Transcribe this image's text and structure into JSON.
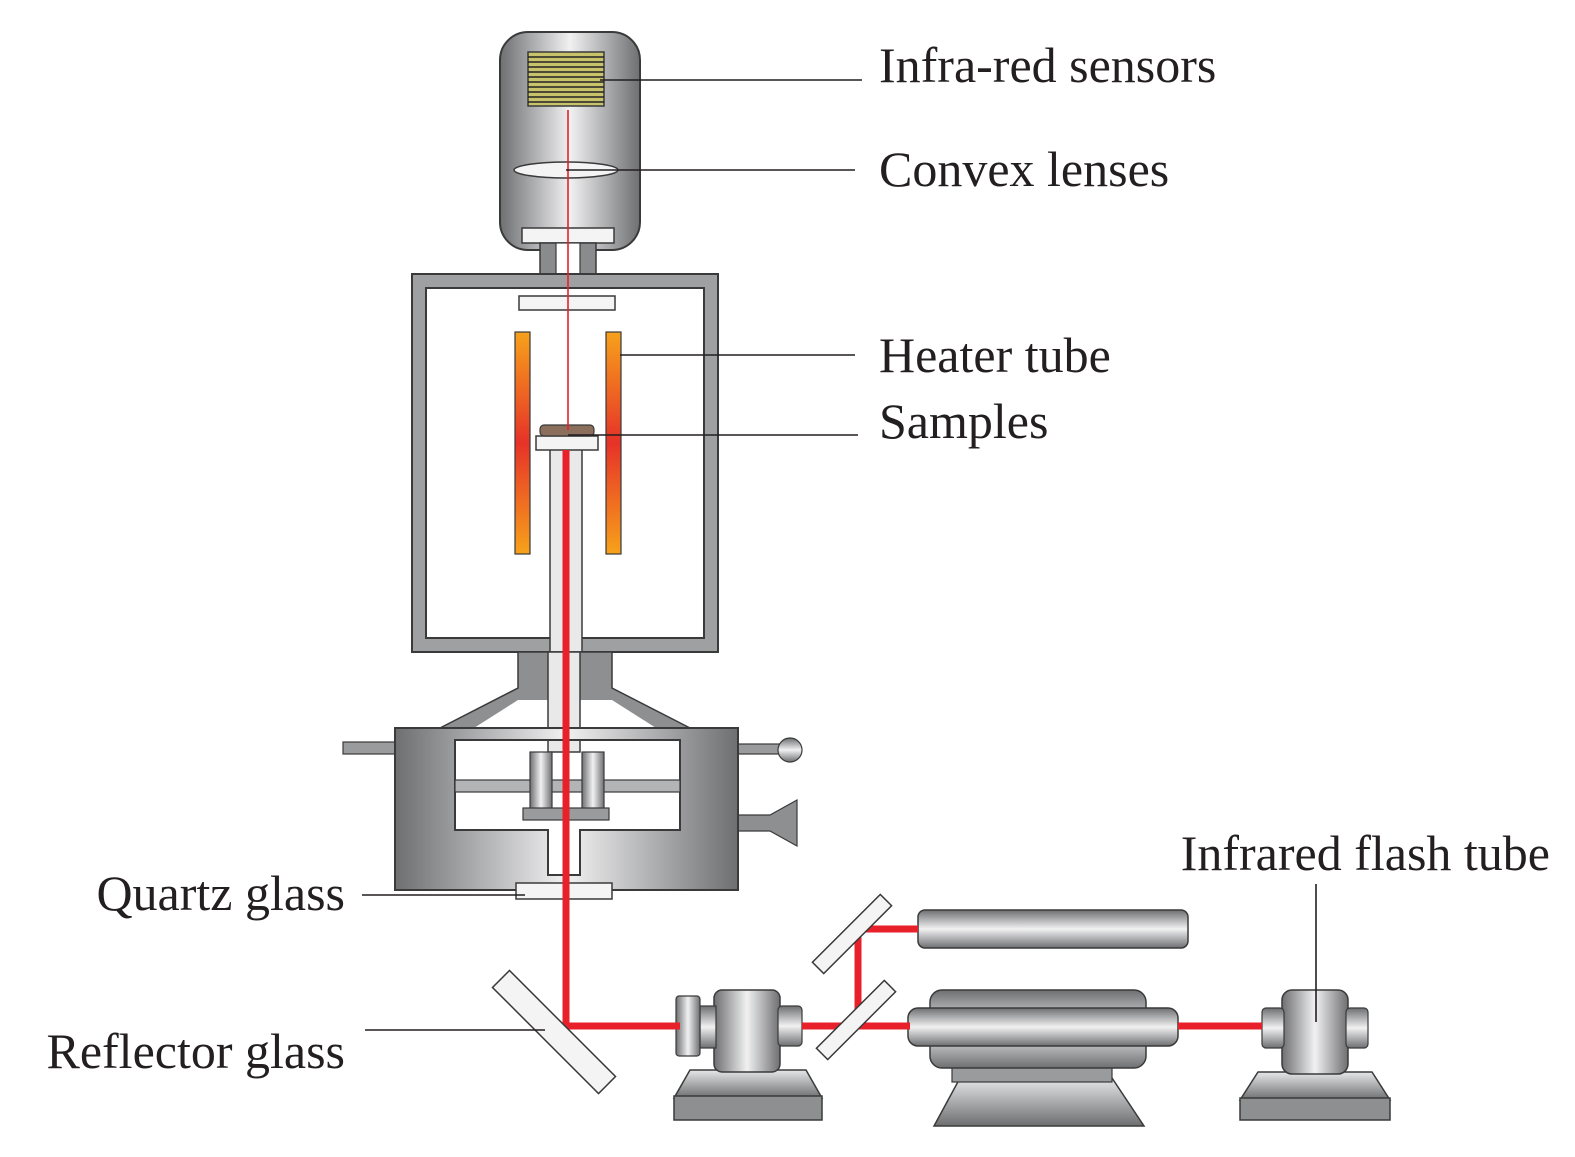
{
  "labels": {
    "infrared_sensors": "Infra-red sensors",
    "convex_lenses": "Convex lenses",
    "heater_tube": "Heater tube",
    "samples": "Samples",
    "quartz_glass": "Quartz glass",
    "reflector_glass": "Reflector glass",
    "infrared_flash_tube": "Infrared flash tube"
  },
  "colors": {
    "laser": "#e8202a",
    "outline": "#3a3a3a",
    "label_text": "#231f20",
    "heater_hot": "#e63228",
    "heater_warm": "#f7a21b"
  }
}
